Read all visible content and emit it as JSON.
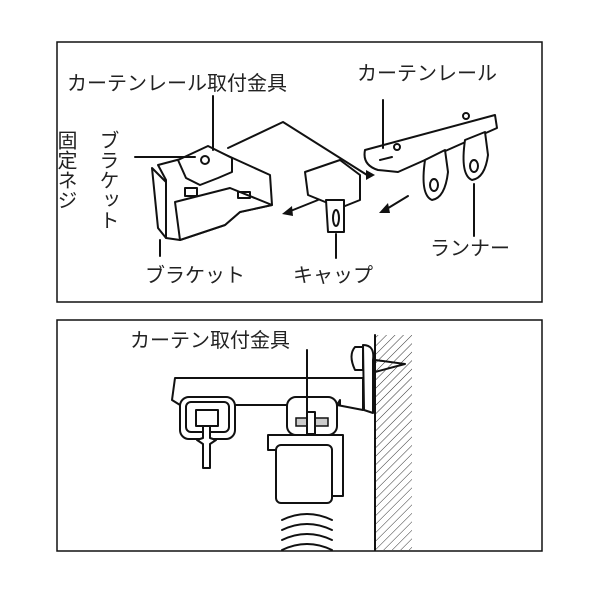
{
  "top_panel": {
    "labels": {
      "rail_bracket_fitting": "カーテンレール取付金具",
      "curtain_rail": "カーテンレール",
      "bracket_fixing_screw": "固定ネジ",
      "bracket_vertical": "ブラケット",
      "bracket": "ブラケット",
      "cap": "キャップ",
      "runner": "ランナー"
    }
  },
  "bottom_panel": {
    "labels": {
      "curtain_fitting": "カーテン取付金具"
    }
  }
}
